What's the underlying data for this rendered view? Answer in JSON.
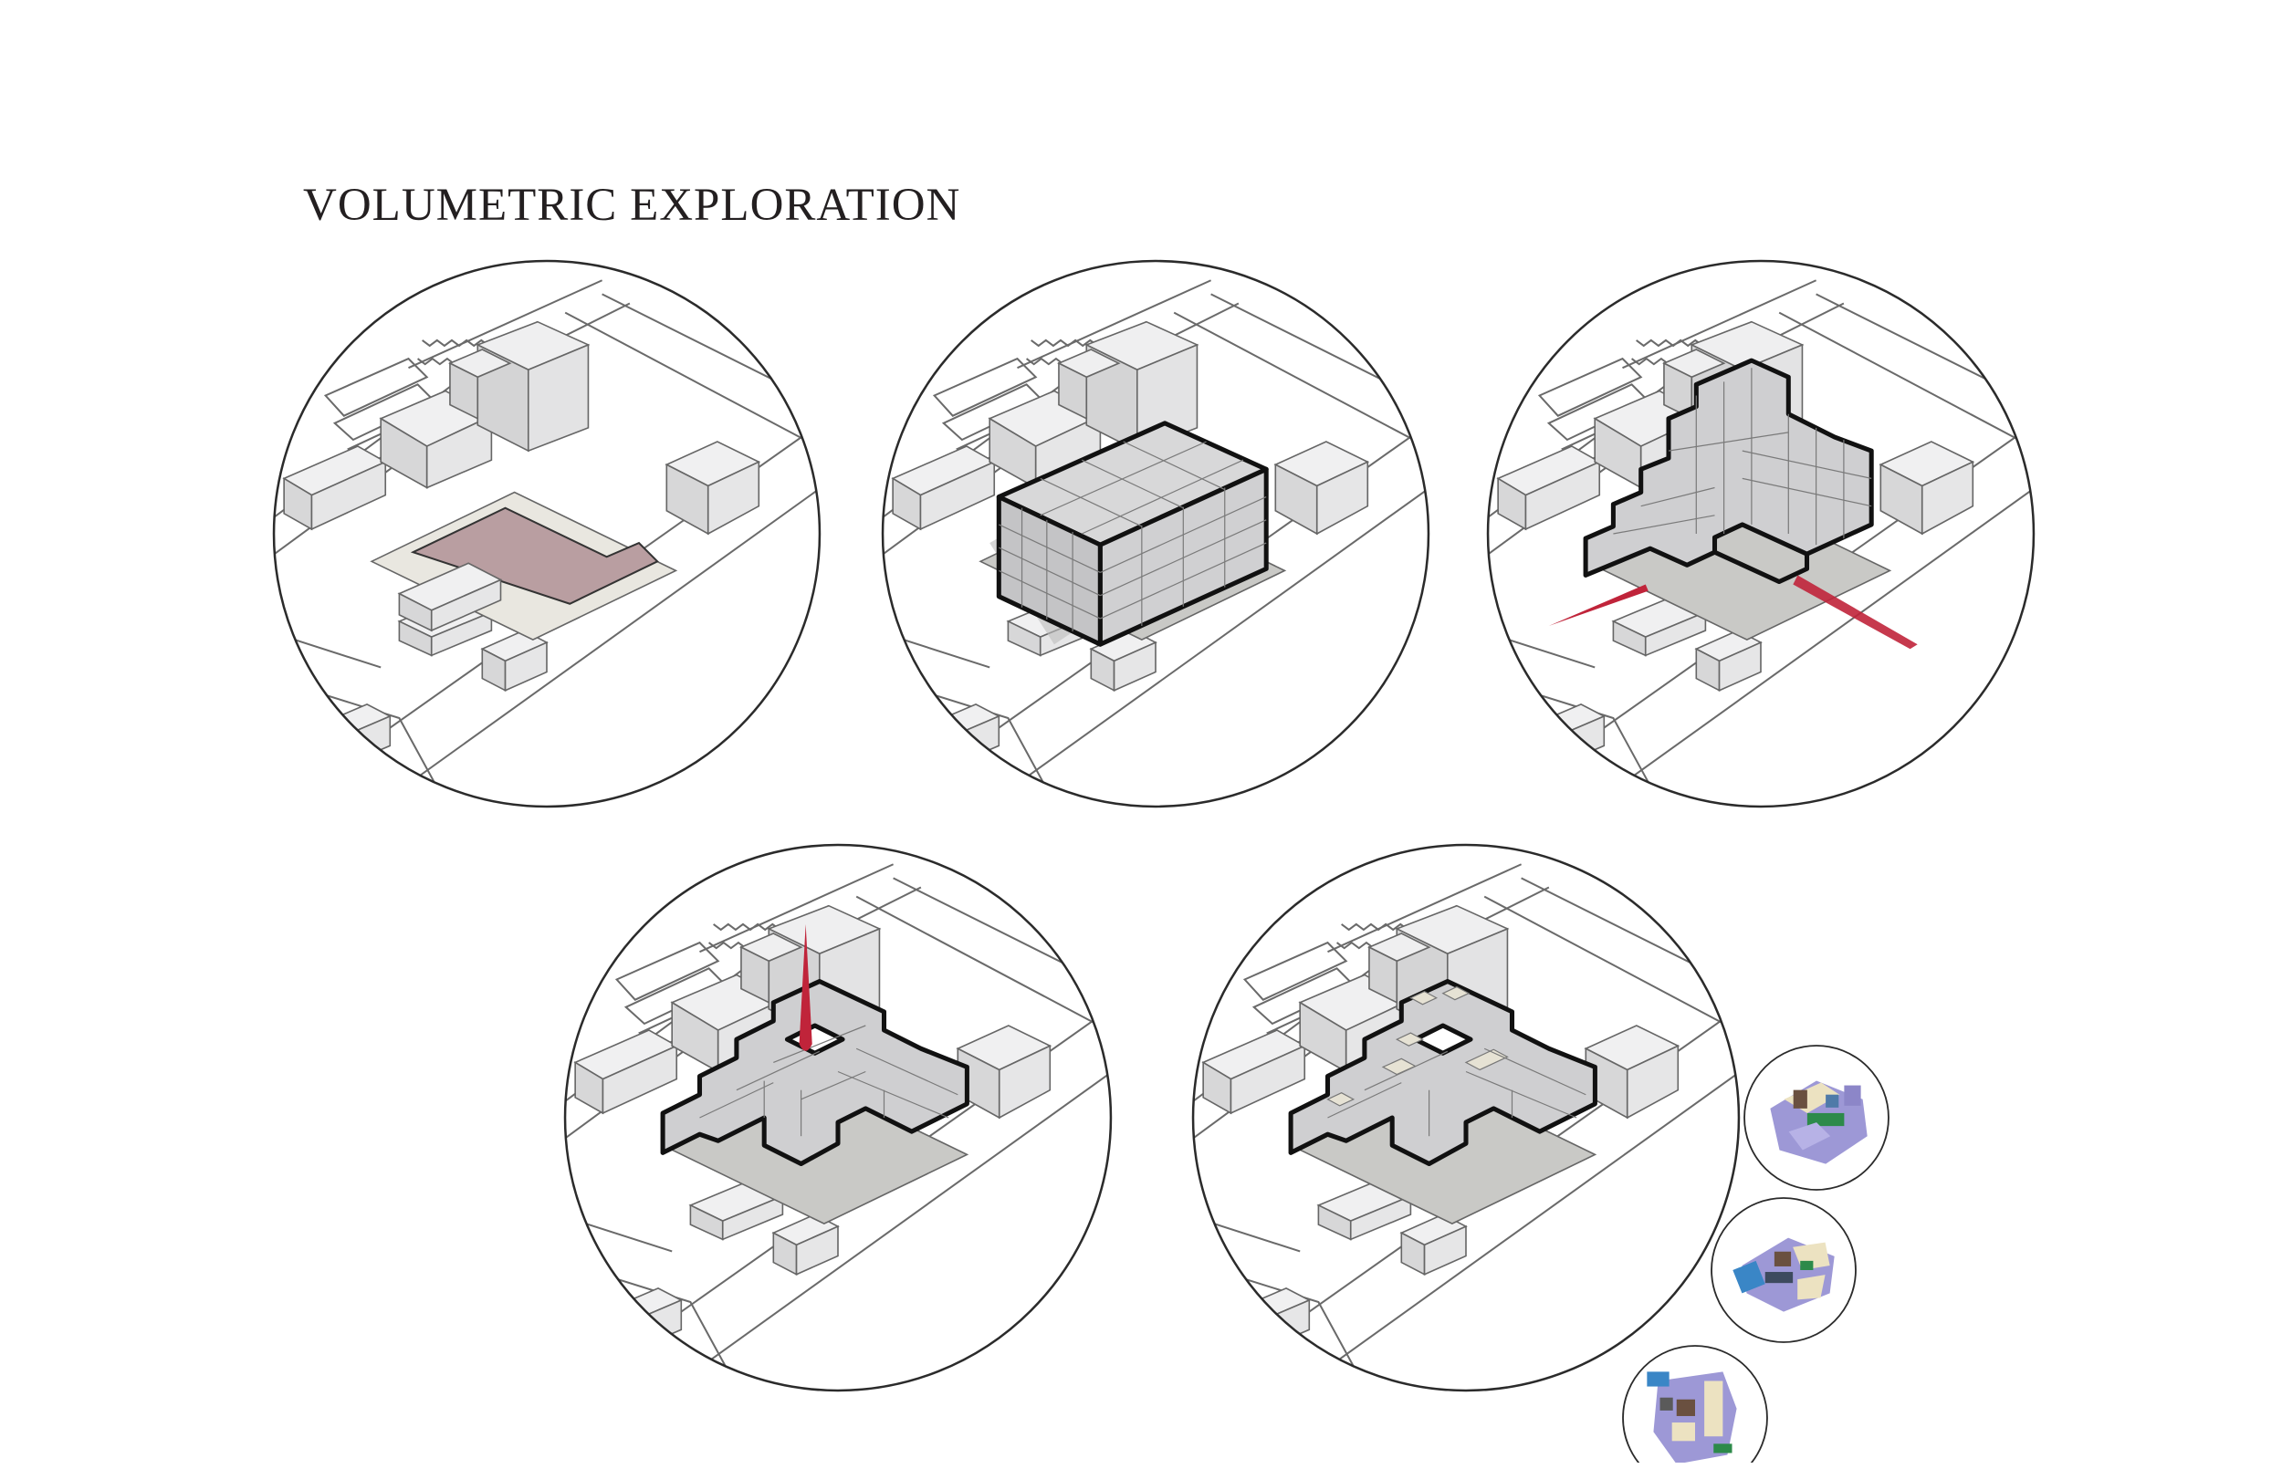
{
  "header": {
    "title": "VOLUMETRIC EXPLORATION"
  },
  "colors": {
    "site_plot": "#b99ea1",
    "site_ground": "#e9e7e0",
    "context_block": "#e2e2e3",
    "massing_block": "#cbcbcd",
    "massing_outline": "#111111",
    "shadow": "#bdbdbd",
    "arrow_red": "#c0243a",
    "model_purple": "#9d98d6",
    "model_cream": "#ece2c1",
    "model_green": "#2d8a4a",
    "model_blue": "#3a86c6"
  },
  "stages": [
    {
      "id": "site",
      "massing": "none"
    },
    {
      "id": "block",
      "massing": "full-block"
    },
    {
      "id": "carve",
      "massing": "stepped",
      "arrows": "horizontal"
    },
    {
      "id": "courtyard",
      "massing": "courtyard",
      "arrows": "vertical"
    },
    {
      "id": "terraces",
      "massing": "courtyard-terraced"
    }
  ],
  "model_photos": [
    "model-photo-1",
    "model-photo-2",
    "model-photo-3"
  ]
}
